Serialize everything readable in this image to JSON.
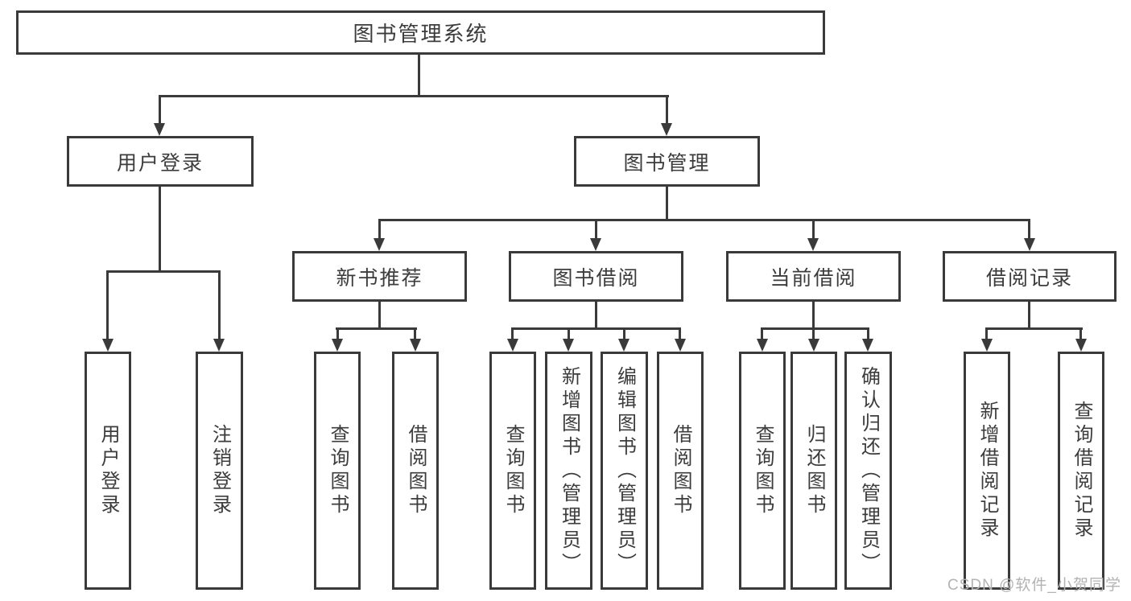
{
  "tree": {
    "root": {
      "label": "图书管理系统"
    },
    "branches": [
      {
        "label": "用户登录",
        "children": [
          {
            "label": "用户登录"
          },
          {
            "label": "注销登录"
          }
        ]
      },
      {
        "label": "图书管理",
        "children": [
          {
            "label": "新书推荐",
            "children": [
              {
                "label": "查询图书"
              },
              {
                "label": "借阅图书"
              }
            ]
          },
          {
            "label": "图书借阅",
            "children": [
              {
                "label": "查询图书"
              },
              {
                "label": "新增图书（管理员）"
              },
              {
                "label": "编辑图书（管理员）"
              },
              {
                "label": "借阅图书"
              }
            ]
          },
          {
            "label": "当前借阅",
            "children": [
              {
                "label": "查询图书"
              },
              {
                "label": "归还图书"
              },
              {
                "label": "确认归还（管理员）"
              }
            ]
          },
          {
            "label": "借阅记录",
            "children": [
              {
                "label": "新增借阅记录"
              },
              {
                "label": "查询借阅记录"
              }
            ]
          }
        ]
      }
    ]
  },
  "watermark": "CSDN @软件_小贺同学",
  "colors": {
    "line": "#3a3a3a",
    "text": "#3c3c3c",
    "background": "#ffffff",
    "watermark": "#b3b3b5"
  }
}
